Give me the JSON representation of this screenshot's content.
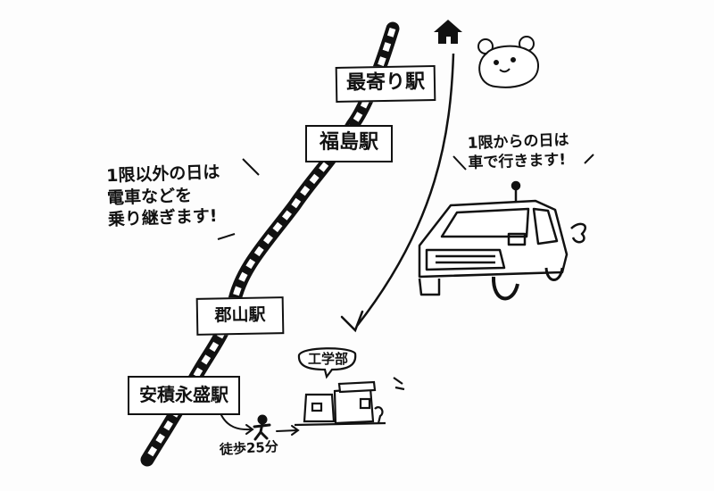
{
  "stations": {
    "nearest": "最寄り駅",
    "fukushima": "福島駅",
    "koriyama": "郡山駅",
    "asaka_nagamori": "安積永盛駅"
  },
  "notes": {
    "train": [
      "1限以外の日は",
      "電車などを",
      "乗り継ぎます!"
    ],
    "car": [
      "1限からの日は",
      "車で行きます!"
    ],
    "walk": "徒歩25分",
    "building_sign": "工学部"
  },
  "icons": [
    "house-icon",
    "bear-face-icon",
    "car-icon",
    "walking-person-icon",
    "building-icon",
    "railway-track-icon"
  ],
  "colors": {
    "ink": "#111111",
    "paper": "#fdfdfd"
  }
}
